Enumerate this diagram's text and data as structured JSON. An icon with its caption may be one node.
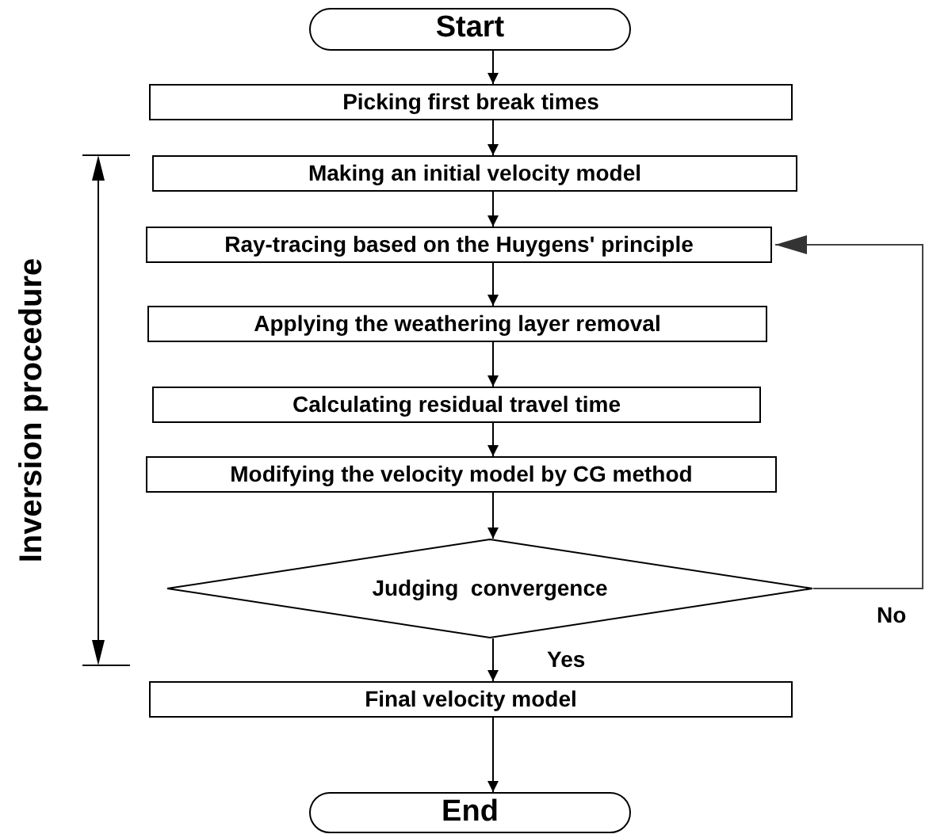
{
  "diagram": {
    "nodes": [
      {
        "text": [
          "Start"
        ]
      },
      {
        "text": [
          "Picking first break times"
        ]
      },
      {
        "text": [
          "Making an initial velocity model"
        ]
      },
      {
        "text": [
          "Ray-tracing based on the Huygens' principle"
        ]
      },
      {
        "text": [
          "Applying the weathering layer removal"
        ]
      },
      {
        "text": [
          "Calculating residual travel time"
        ]
      },
      {
        "text": [
          "Modifying the velocity model by CG method"
        ]
      },
      {
        "text": [
          "Judging  convergence"
        ]
      },
      {
        "text": [
          "Final velocity model"
        ]
      },
      {
        "text": [
          "End"
        ]
      }
    ],
    "edges": [
      {
        "from": 0,
        "to": 1,
        "arrow": "to"
      },
      {
        "from": 1,
        "to": 2,
        "arrow": "to"
      },
      {
        "from": 2,
        "to": 3,
        "arrow": "to"
      },
      {
        "from": 3,
        "to": 4,
        "arrow": "to"
      },
      {
        "from": 4,
        "to": 5,
        "arrow": "to"
      },
      {
        "from": 5,
        "to": 6,
        "arrow": "to"
      },
      {
        "from": 6,
        "to": 7,
        "arrow": "to"
      },
      {
        "from": 7,
        "to": 8,
        "arrow": "to",
        "label": "Yes"
      },
      {
        "from": 7,
        "to": 3,
        "arrow": "to",
        "label": "No"
      },
      {
        "from": 8,
        "to": 9,
        "arrow": "to"
      }
    ],
    "labels": [
      "Inversion procedure"
    ]
  }
}
